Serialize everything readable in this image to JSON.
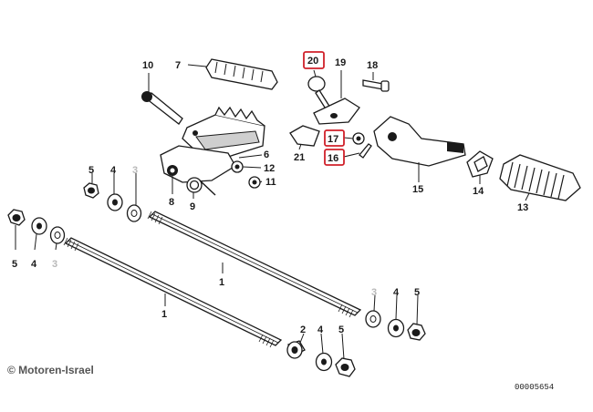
{
  "diagram": {
    "watermark": "© Motoren-Israel",
    "diagram_number": "00005654",
    "highlight_color": "#d0202a",
    "callouts": [
      {
        "id": "c1a",
        "label": "1"
      },
      {
        "id": "c1b",
        "label": "1"
      },
      {
        "id": "c2",
        "label": "2"
      },
      {
        "id": "c3a",
        "label": "3"
      },
      {
        "id": "c3b",
        "label": "3"
      },
      {
        "id": "c3c",
        "label": "3"
      },
      {
        "id": "c4a",
        "label": "4"
      },
      {
        "id": "c4b",
        "label": "4"
      },
      {
        "id": "c4c",
        "label": "4"
      },
      {
        "id": "c4d",
        "label": "4"
      },
      {
        "id": "c5a",
        "label": "5"
      },
      {
        "id": "c5b",
        "label": "5"
      },
      {
        "id": "c5c",
        "label": "5"
      },
      {
        "id": "c5d",
        "label": "5"
      },
      {
        "id": "c6",
        "label": "6"
      },
      {
        "id": "c7",
        "label": "7"
      },
      {
        "id": "c8",
        "label": "8"
      },
      {
        "id": "c9",
        "label": "9"
      },
      {
        "id": "c10",
        "label": "10"
      },
      {
        "id": "c11",
        "label": "11"
      },
      {
        "id": "c12",
        "label": "12"
      },
      {
        "id": "c13",
        "label": "13"
      },
      {
        "id": "c14",
        "label": "14"
      },
      {
        "id": "c15",
        "label": "15"
      },
      {
        "id": "c16",
        "label": "16",
        "highlighted": true
      },
      {
        "id": "c17",
        "label": "17",
        "highlighted": true
      },
      {
        "id": "c18",
        "label": "18"
      },
      {
        "id": "c19",
        "label": "19"
      },
      {
        "id": "c20",
        "label": "20",
        "highlighted": true
      },
      {
        "id": "c21",
        "label": "21"
      }
    ]
  }
}
